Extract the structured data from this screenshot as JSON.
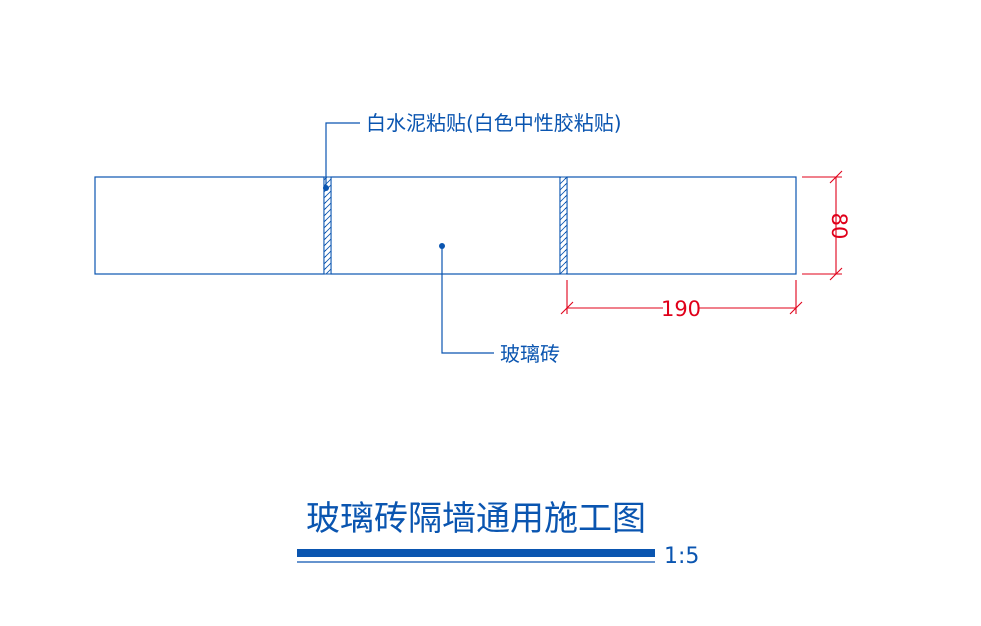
{
  "labels": {
    "mortar": "白水泥粘贴(白色中性胶粘贴)",
    "brick": "玻璃砖"
  },
  "dimensions": {
    "width_value": "190",
    "height_value": "80"
  },
  "title": {
    "text": "玻璃砖隔墙通用施工图",
    "scale": "1:5"
  },
  "colors": {
    "line": "#0a55b0",
    "dimension": "#e0001a",
    "background": "#ffffff"
  }
}
